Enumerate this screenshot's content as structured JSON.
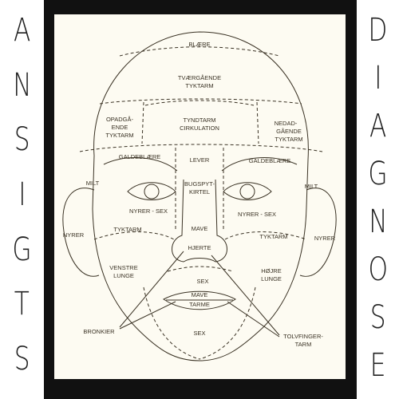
{
  "title_left": [
    "A",
    "N",
    "S",
    "I",
    "G",
    "T",
    "S"
  ],
  "title_right": [
    "D",
    "I",
    "A",
    "G",
    "N",
    "O",
    "S",
    "E"
  ],
  "regions": {
    "blaere": "BLÆRE",
    "tvaergaende_1": "TVÆRGÅENDE",
    "tvaergaende_2": "TYKTARM",
    "opadgaaende_1": "OPADGÅ-",
    "opadgaaende_2": "ENDE",
    "opadgaaende_3": "TYKTARM",
    "tyndtarm_1": "TYNDTARM",
    "tyndtarm_2": "CIRKULATION",
    "nedad_1": "NEDAD-",
    "nedad_2": "GÅENDE",
    "nedad_3": "TYKTARM",
    "galdeblaere_left": "GALDEBLÆRE",
    "galdeblaere_right": "GALDEBLÆRE",
    "lever": "LEVER",
    "milt_left": "MILT",
    "milt_right": "MILT",
    "bugspyt_1": "BUGSPYT-",
    "bugspyt_2": "KIRTEL",
    "nyrer_sex_left": "NYRER - SEX",
    "nyrer_sex_right": "NYRER - SEX",
    "nyrer_left": "NYRER",
    "nyrer_right": "NYRER",
    "tyktarm_left": "TYKTARM",
    "tyktarm_right": "TYKTARM",
    "mave_upper": "MAVE",
    "hjerte": "HJERTE",
    "venstre_1": "VENSTRE",
    "venstre_2": "LUNGE",
    "hoejre_1": "HØJRE",
    "hoejre_2": "LUNGE",
    "sex_upper": "SEX",
    "mave_mouth": "MAVE",
    "tarme": "TARME",
    "sex_lower": "SEX",
    "bronkier": "BRONKIER",
    "tolvfinger_1": "TOLVFINGER-",
    "tolvfinger_2": "TARM"
  },
  "colors": {
    "background": "#ffffff",
    "panel": "#111111",
    "card": "#fdfbf2",
    "ink": "#3a3224"
  }
}
